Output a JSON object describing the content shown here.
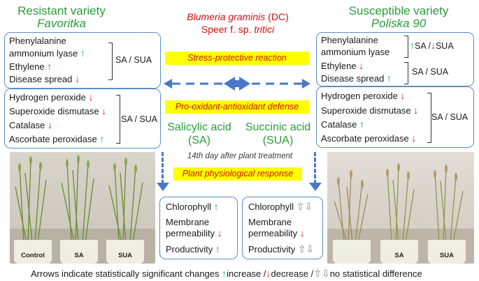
{
  "left_header": {
    "title": "Resistant variety",
    "variety": "Favoritka"
  },
  "right_header": {
    "title": "Susceptible variety",
    "variety": "Poliska 90"
  },
  "center_header": {
    "line1": "Blumeria graminis",
    "line1_suffix": " (DC)",
    "line2": "Speer f. sp. ",
    "line2_italic": "tritici"
  },
  "stress_label": "Stress-protective reaction",
  "prooxidant_label": "Pro-oxidant-antioxidant defense",
  "acids": {
    "sa_name": "Salicylic acid",
    "sa_abbr": "(SA)",
    "sua_name": "Succinic acid",
    "sua_abbr": "(SUA)"
  },
  "day_note": "14th day after plant treatment",
  "physiological_label": "Plant physiological response",
  "left_box1": {
    "items": [
      {
        "text": "Phenylalanine",
        "arrow": ""
      },
      {
        "text": "ammonium lyase",
        "arrow": "↑"
      },
      {
        "text": "Ethylene",
        "arrow": "↑"
      },
      {
        "text": "Disease spread",
        "arrow": "↓"
      }
    ],
    "tag": "SA / SUA"
  },
  "left_box2": {
    "items": [
      {
        "text": "Hydrogen peroxide",
        "arrow": "↓"
      },
      {
        "text": "Superoxide dismutase",
        "arrow": "↓"
      },
      {
        "text": "Catalase",
        "arrow": "↓"
      },
      {
        "text": "Ascorbate peroxidase",
        "arrow": "↑"
      }
    ],
    "tag": "SA / SUA"
  },
  "right_box1": {
    "items": [
      {
        "text": "Phenylalanine",
        "arrow": ""
      },
      {
        "text": "ammonium lyase",
        "arrow": ""
      },
      {
        "text": "Ethylene",
        "arrow": "↓"
      },
      {
        "text": "Disease spread",
        "arrow": "↑"
      }
    ],
    "tag_top_sa": "SA",
    "tag_top_sep": "/",
    "tag_top_sua": "SUA",
    "tag_bottom": "SA / SUA"
  },
  "right_box2": {
    "items": [
      {
        "text": "Hydrogen peroxide",
        "arrow": "↓"
      },
      {
        "text": "Superoxide dismutase",
        "arrow": "↓"
      },
      {
        "text": "Catalase",
        "arrow": "↑"
      },
      {
        "text": "Ascorbate peroxidase",
        "arrow": "↓"
      }
    ],
    "tag": "SA / SUA"
  },
  "sa_response": {
    "items": [
      {
        "text": "Chlorophyll",
        "arrow": "↑"
      },
      {
        "text": "Membrane",
        "arrow": ""
      },
      {
        "text": "permeability",
        "arrow": "↓"
      },
      {
        "text": "Productivity",
        "arrow": "↑"
      }
    ]
  },
  "sua_response": {
    "items": [
      {
        "text": "Chlorophyll",
        "arrow": "⇧⇩"
      },
      {
        "text": "Membrane",
        "arrow": ""
      },
      {
        "text": "permeability",
        "arrow": "↓"
      },
      {
        "text": "Productivity",
        "arrow": "⇧⇩"
      }
    ]
  },
  "photo_labels": {
    "control": "Control",
    "sa": "SA",
    "sua": "SUA"
  },
  "footer": {
    "lead": "Arrows indicate statistically significant changes",
    "inc_arrow": "↑",
    "inc": "increase /",
    "dec_arrow": "↓",
    "dec": "decrease  /",
    "nsd_arrow": "⇧⇩",
    "nsd": "no statistical difference"
  },
  "colors": {
    "green": "#2a9d3a",
    "red": "#d01010",
    "yellow": "#ffff00",
    "blue": "#4a78c8",
    "box_border": "#5a8fc2"
  }
}
